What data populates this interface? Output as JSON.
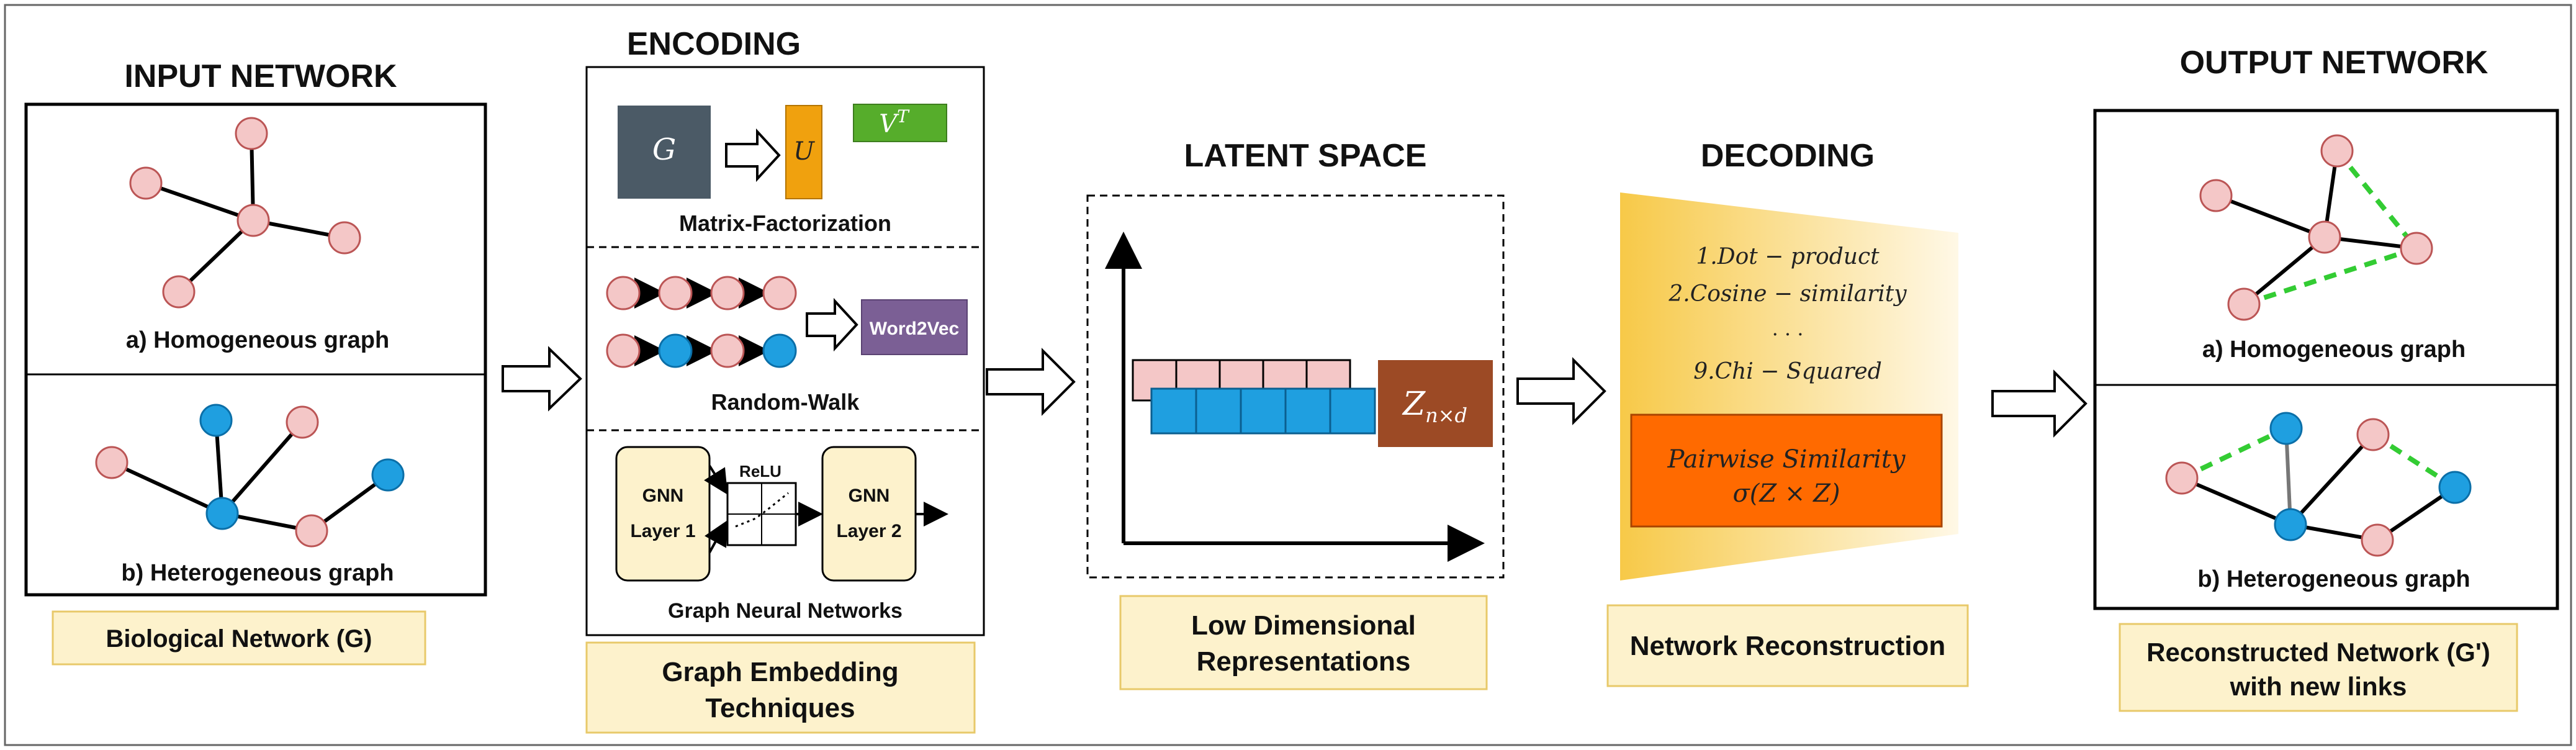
{
  "sections": {
    "input": {
      "title": "INPUT NETWORK",
      "homogeneous_label": "a) Homogeneous graph",
      "heterogeneous_label": "b) Heterogeneous graph",
      "caption": "Biological Network (G)"
    },
    "encoding": {
      "title": "ENCODING",
      "mf": {
        "g": "G",
        "u": "U",
        "vt_base": "V",
        "vt_sup": "T",
        "label": "Matrix-Factorization"
      },
      "rw": {
        "w2v": "Word2Vec",
        "label": "Random-Walk"
      },
      "gnn": {
        "layer1_a": "GNN",
        "layer1_b": "Layer 1",
        "relu": "ReLU",
        "layer2_a": "GNN",
        "layer2_b": "Layer 2",
        "label": "Graph Neural Networks"
      },
      "caption_line1": "Graph Embedding",
      "caption_line2": "Techniques"
    },
    "latent": {
      "title": "LATENT SPACE",
      "z_base": "Z",
      "z_sub": "n×d",
      "caption_line1": "Low Dimensional",
      "caption_line2": "Representations"
    },
    "decoding": {
      "title": "DECODING",
      "methods": [
        "1.Dot − product",
        "2.Cosine − similarity",
        ". . .",
        "9.Chi − Squared"
      ],
      "box_line1": "Pairwise Similarity",
      "box_line2": "σ(Z × Z)",
      "caption": "Network Reconstruction"
    },
    "output": {
      "title": "OUTPUT NETWORK",
      "homogeneous_label": "a) Homogeneous graph",
      "heterogeneous_label": "b) Heterogeneous graph",
      "caption_line1": "Reconstructed Network (G')",
      "caption_line2": "with new links"
    }
  },
  "colors": {
    "node_pink": "#f4c7c7",
    "node_blue": "#1f9fe0",
    "caption_fill": "#fdf2cc",
    "caption_stroke": "#e8c96a",
    "matrix_g": "#4b5a66",
    "matrix_u": "#f0a10e",
    "matrix_vt": "#56ad2b",
    "word2vec": "#7b5f95",
    "z_box": "#9c4a25",
    "pairwise": "#ff6a00",
    "new_link": "#33cc33"
  }
}
